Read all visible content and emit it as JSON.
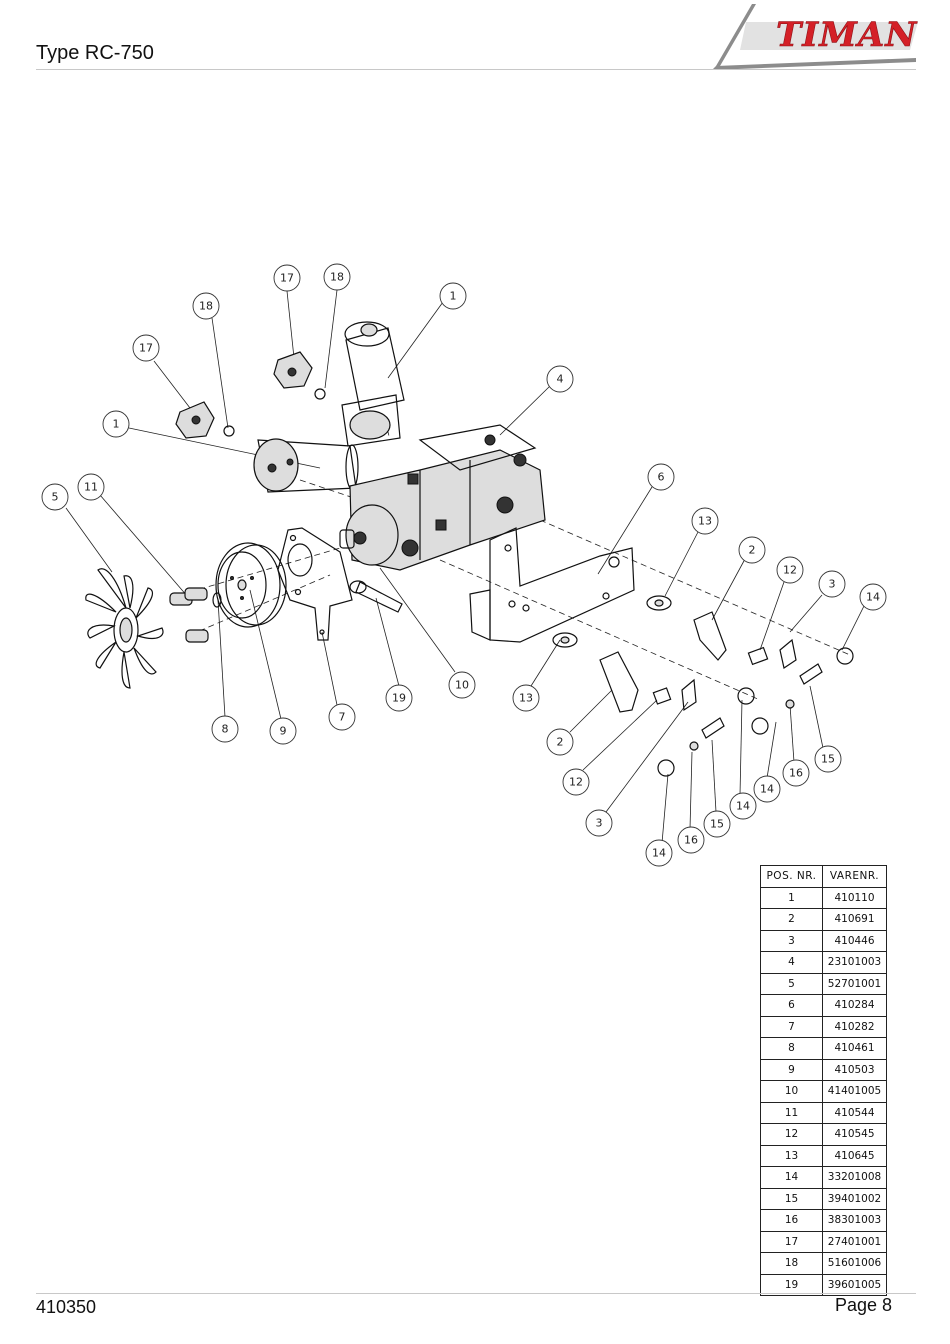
{
  "header": {
    "title": "Type RC-750",
    "logo_text": "TIMAN"
  },
  "footer": {
    "doc_number": "410350",
    "page": "Page 8"
  },
  "diagram": {
    "callouts": [
      "17",
      "18",
      "1",
      "18",
      "17",
      "4",
      "1",
      "5",
      "11",
      "6",
      "13",
      "2",
      "12",
      "3",
      "14",
      "19",
      "10",
      "7",
      "8",
      "9",
      "13",
      "2",
      "12",
      "3",
      "14",
      "16",
      "15",
      "14",
      "16",
      "15",
      "14"
    ]
  },
  "parts_table": {
    "headers": [
      "POS. NR.",
      "VARENR."
    ],
    "rows": [
      [
        "1",
        "410110"
      ],
      [
        "2",
        "410691"
      ],
      [
        "3",
        "410446"
      ],
      [
        "4",
        "23101003"
      ],
      [
        "5",
        "52701001"
      ],
      [
        "6",
        "410284"
      ],
      [
        "7",
        "410282"
      ],
      [
        "8",
        "410461"
      ],
      [
        "9",
        "410503"
      ],
      [
        "10",
        "41401005"
      ],
      [
        "11",
        "410544"
      ],
      [
        "12",
        "410545"
      ],
      [
        "13",
        "410645"
      ],
      [
        "14",
        "33201008"
      ],
      [
        "15",
        "39401002"
      ],
      [
        "16",
        "38301003"
      ],
      [
        "17",
        "27401001"
      ],
      [
        "18",
        "51601006"
      ],
      [
        "19",
        "39601005"
      ]
    ]
  },
  "colors": {
    "logo_red": "#d42027",
    "logo_grey": "#8c8c8c"
  }
}
